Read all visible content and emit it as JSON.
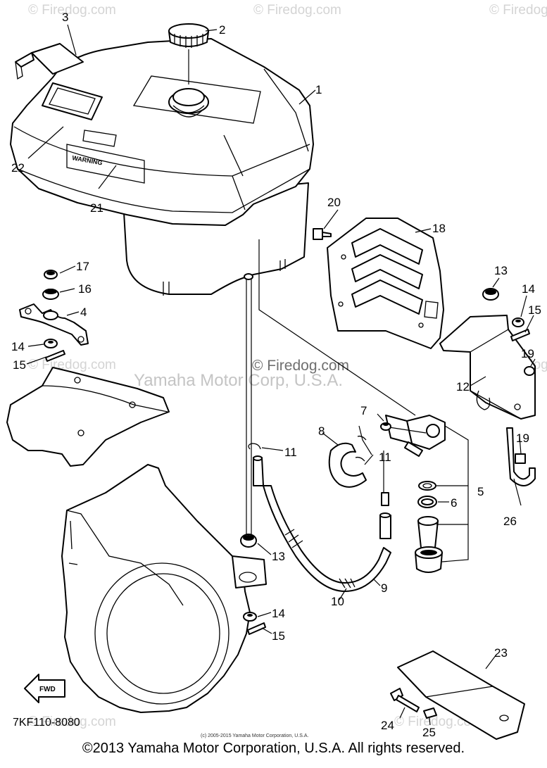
{
  "watermarks": {
    "top": [
      "© Firedog.com",
      "© Firedog.com",
      "© Firedog.com"
    ],
    "middle_left": "© Firedog.com",
    "middle_right": "© Firedog.com",
    "center": "© Firedog.com",
    "corp": "Yamaha Motor Corp, U.S.A.",
    "bottom_left": "© Firedog.com",
    "bottom_right": "© Firedog.com"
  },
  "callouts": [
    "1",
    "2",
    "3",
    "4",
    "5",
    "6",
    "7",
    "8",
    "9",
    "10",
    "11",
    "11",
    "12",
    "13",
    "13",
    "14",
    "14",
    "14",
    "15",
    "15",
    "15",
    "16",
    "17",
    "18",
    "19",
    "19",
    "20",
    "21",
    "22",
    "23",
    "24",
    "25",
    "26"
  ],
  "part_labels": {
    "warning": "WARNING",
    "fwd": "FWD"
  },
  "diagram_code": "7KF110-8080",
  "small_copyright": "(c) 2005-2015 Yamaha Motor Corporation, U.S.A.",
  "footer_copyright": "©2013 Yamaha Motor Corporation, U.S.A. All rights reserved."
}
